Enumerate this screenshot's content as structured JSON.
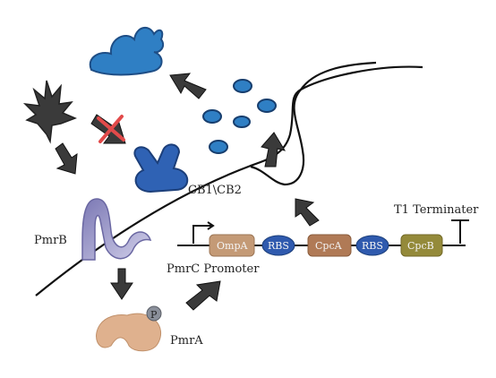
{
  "labels": {
    "receptor": "CB1\\CB2",
    "pmrb": "PmrB",
    "pmra": "PmrA",
    "phospho": "P",
    "promoter": "PmrC Promoter",
    "terminator": "T1 Terminater"
  },
  "genes": {
    "ompa": "OmpA",
    "rbs1": "RBS",
    "cpca": "CpcA",
    "rbs2": "RBS",
    "cpcb": "CpcB"
  },
  "colors": {
    "blue": "#2f62b4",
    "bubble": "#2f7fc4",
    "pmrb": "#9a98c6",
    "pmra": "#dfb18e",
    "gene_tan": "#c49a76",
    "gene_brown": "#b07a56",
    "gene_olive": "#948a3a",
    "rbs_blue": "#2f5aae",
    "leaf": "#3a3a3a",
    "cross": "#e24a4a"
  }
}
